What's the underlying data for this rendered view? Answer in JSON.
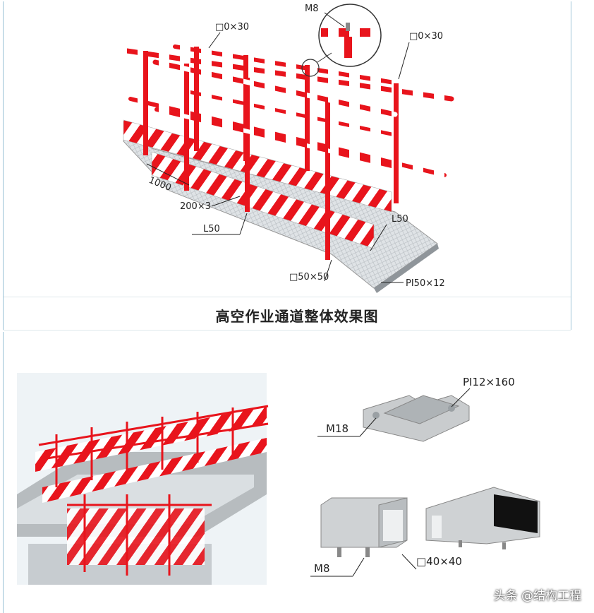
{
  "caption": "高空作业通道整体效果图",
  "watermark": "头条 @结构工程",
  "labels": {
    "m8_top": "M8",
    "tube_left": "□0×30",
    "tube_right": "□0×30",
    "dim_1000": "1000",
    "plate_200": "200×3",
    "angle_l50_left": "L50",
    "angle_l50_right": "L50",
    "tube_50": "□50×50",
    "plate_right": "PI50×12",
    "plate_connector": "PI12×160",
    "bolt_m18": "M18",
    "bolt_m8": "M8",
    "tube_40": "□40×40"
  },
  "colors": {
    "red": "#e8141c",
    "white": "#ffffff",
    "steel": "#c9ccce",
    "dark": "#1a1a1a"
  }
}
